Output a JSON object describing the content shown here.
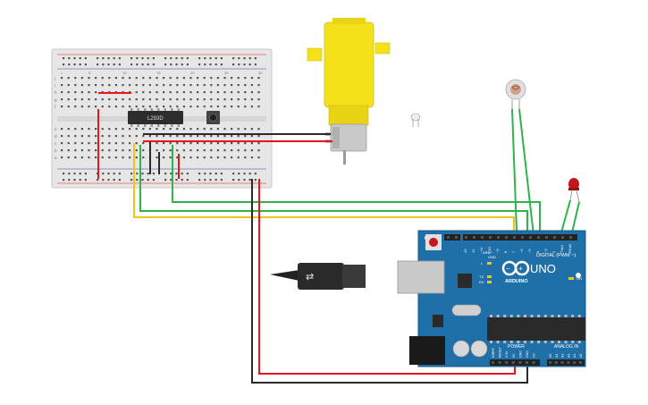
{
  "circuit": {
    "chip_label": "L293D",
    "arduino": {
      "brand_label": "ARDUINO",
      "model_label": "UNO",
      "digital_header_label": "DIGITAL (PWM ~)",
      "power_header_label": "POWER",
      "analog_header_label": "ANALOG IN",
      "aref_label": "AREF",
      "gnd_label": "GND",
      "on_label": "ON",
      "l_label": "L",
      "tx_label": "TX",
      "rx_label": "RX",
      "digital_pins": [
        "13",
        "12",
        "~11",
        "~10",
        "~9",
        "8",
        "7",
        "~6",
        "~5",
        "4",
        "~3",
        "2",
        "TX▸1",
        "RX◂0"
      ],
      "power_pins": [
        "IOREF",
        "RESET",
        "3.3V",
        "5V",
        "GND",
        "GND",
        "Vin"
      ],
      "analog_pins": [
        "A0",
        "A1",
        "A2",
        "A3",
        "A4",
        "A5"
      ]
    },
    "breadboard": {
      "row_letters_top": [
        "j",
        "i",
        "h",
        "g",
        "f"
      ],
      "row_letters_bottom": [
        "e",
        "d",
        "c",
        "b",
        "a"
      ],
      "column_numbers": [
        "1",
        "5",
        "10",
        "15",
        "20",
        "25",
        "30"
      ]
    },
    "colors": {
      "breadboard": "#e6e6e6",
      "arduino_board": "#1f6fa8",
      "motor_yellow": "#f5e11a",
      "wire_red": "#e8161b",
      "wire_black": "#2a2a2a",
      "wire_green": "#2fb34a",
      "wire_yellow": "#f0c419",
      "led_red": "#c4161c"
    }
  }
}
